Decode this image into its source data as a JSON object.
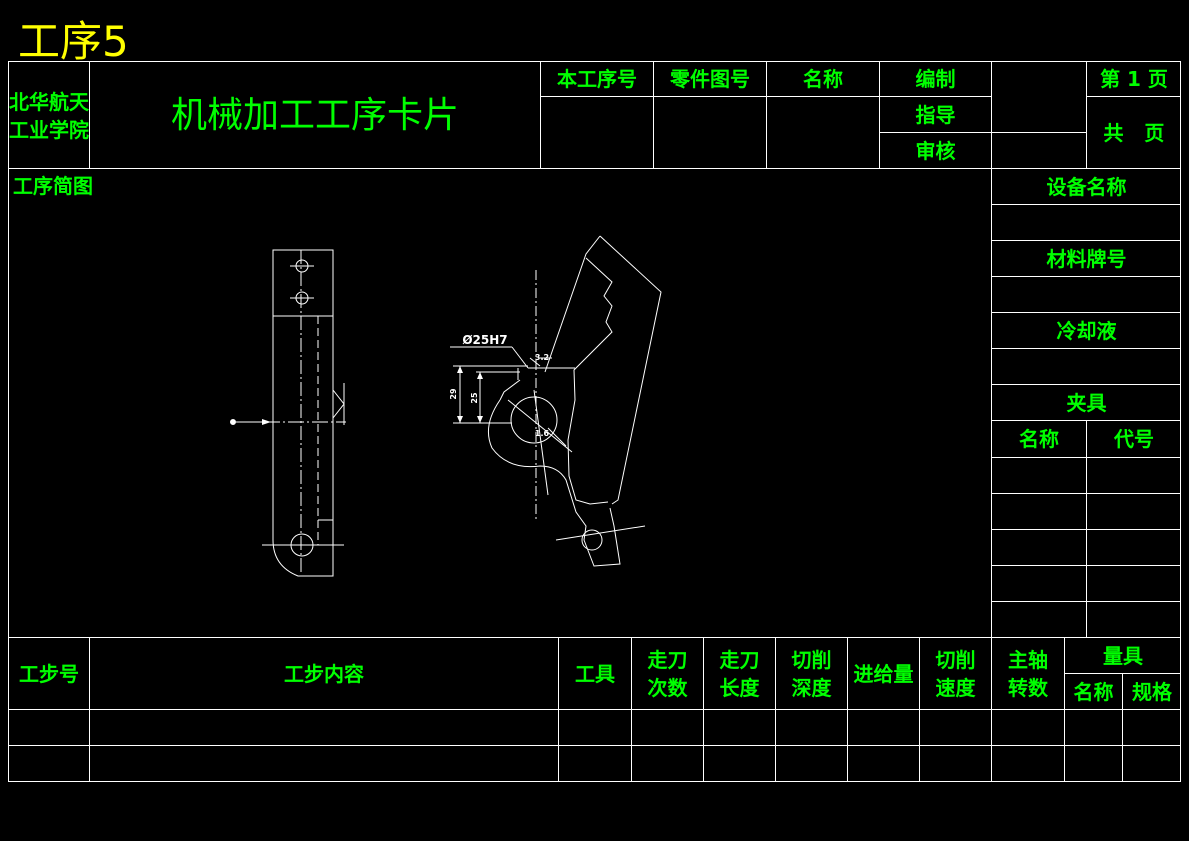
{
  "sheet": {
    "title": "工序5",
    "school_line1": "北华航天",
    "school_line2": "工业学院",
    "card_title": "机械加工工序卡片",
    "colors": {
      "line": "#ffffff",
      "text": "#00ff00",
      "title": "#ffff00"
    }
  },
  "header": {
    "op_no": "本工序号",
    "part_no": "零件图号",
    "name": "名称",
    "prepared": "编制",
    "guidance": "指导",
    "review": "审核",
    "page_no": "第 1 页",
    "total_pages": "共   页"
  },
  "sketch": {
    "label": "工序简图",
    "dim_diameter": "Ø25H7",
    "dim_surface": "3.2",
    "dim_a": "29",
    "dim_b": "25",
    "dim_c": "1.6"
  },
  "side": {
    "equipment": "设备名称",
    "material": "材料牌号",
    "coolant": "冷却液",
    "fixture": "夹具",
    "fixture_name": "名称",
    "fixture_code": "代号"
  },
  "steps": {
    "step_no": "工步号",
    "content": "工步内容",
    "tool": "工具",
    "passes_1": "走刀",
    "passes_2": "次数",
    "length_1": "走刀",
    "length_2": "长度",
    "depth_1": "切削",
    "depth_2": "深度",
    "feed": "进给量",
    "speed_1": "切削",
    "speed_2": "速度",
    "spindle_1": "主轴",
    "spindle_2": "转数",
    "gauge": "量具",
    "gauge_name": "名称",
    "gauge_spec": "规格"
  }
}
